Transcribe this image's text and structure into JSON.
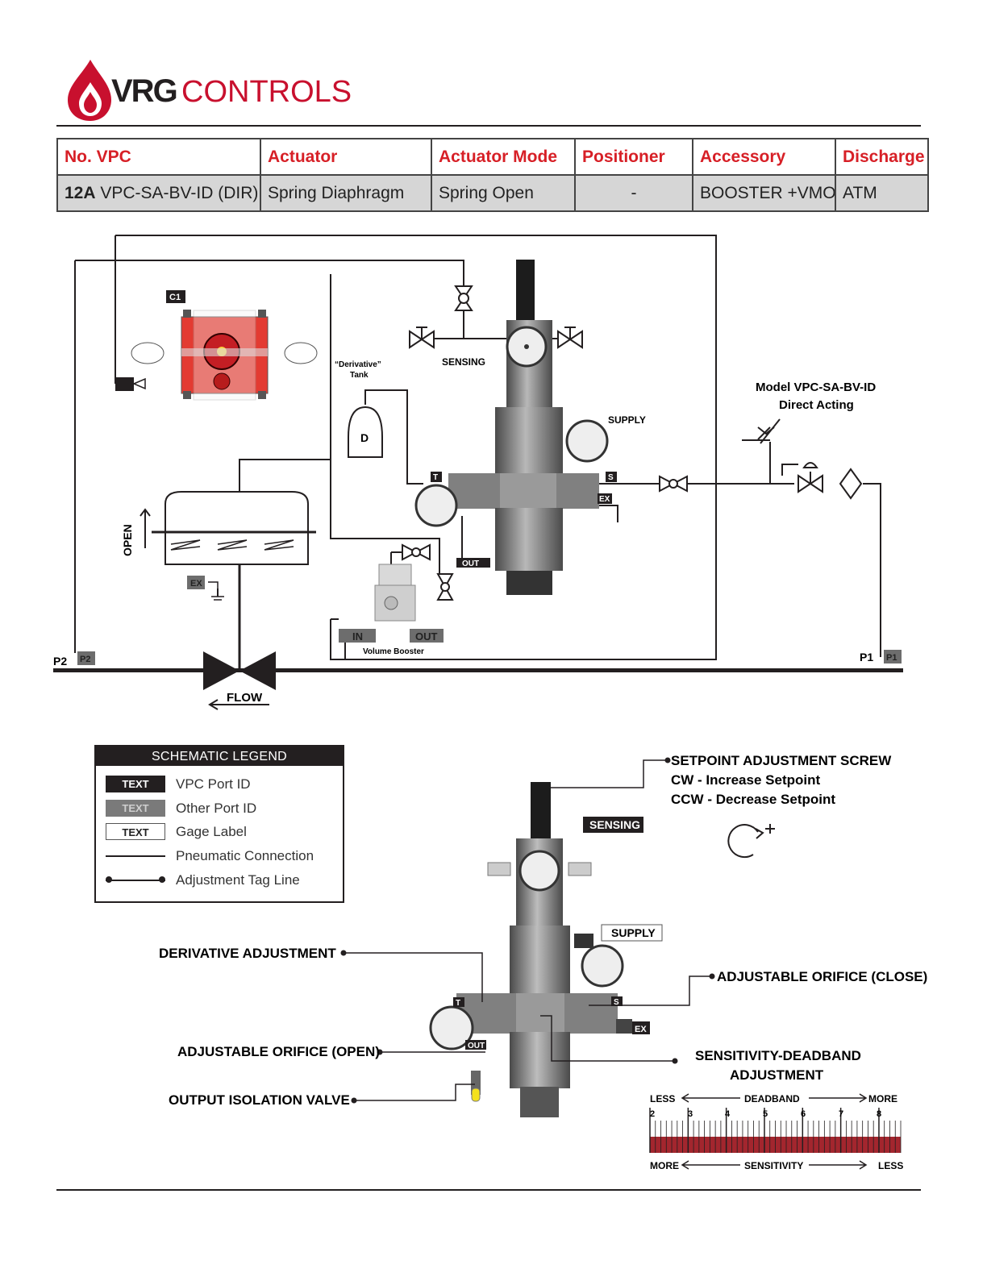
{
  "brand": {
    "name_bold": "VRG",
    "name_light": "CONTROLS",
    "color": "#d71f26"
  },
  "spec_table": {
    "headers": [
      "No. VPC",
      "Actuator",
      "Actuator Mode",
      "Positioner",
      "Accessory",
      "Discharge"
    ],
    "row": {
      "id_bold": "12A",
      "id_rest": " VPC-SA-BV-ID (DIR)",
      "actuator": "Spring Diaphragm",
      "actuator_mode": "Spring Open",
      "positioner": "-",
      "accessory": "BOOSTER +VMO",
      "discharge": "ATM"
    }
  },
  "schematic": {
    "model_line1": "Model VPC-SA-BV-ID",
    "model_line2": "Direct Acting",
    "derivative_tank_line1": "“Derivative”",
    "derivative_tank_line2": "Tank",
    "tank_letter": "D",
    "sensing": "SENSING",
    "supply": "SUPPLY",
    "port_t": "T",
    "port_s": "S",
    "port_ex": "EX",
    "port_out": "OUT",
    "port_c1": "C1",
    "booster_in": "IN",
    "booster_out": "OUT",
    "booster_label": "Volume Booster",
    "open_label": "OPEN",
    "actuator_ex": "EX",
    "p2": "P2",
    "p1": "P1",
    "p2_tag": "P2",
    "p1_tag": "P1",
    "flow": "FLOW"
  },
  "legend": {
    "title": "SCHEMATIC LEGEND",
    "items": [
      {
        "box": "TEXT",
        "label": "VPC Port ID"
      },
      {
        "box": "TEXT",
        "label": "Other Port ID"
      },
      {
        "box": "TEXT",
        "label": "Gage Label"
      },
      {
        "label": "Pneumatic Connection"
      },
      {
        "label": "Adjustment Tag Line"
      }
    ]
  },
  "callouts": {
    "setpoint_title": "SETPOINT ADJUSTMENT SCREW",
    "setpoint_cw": "CW - Increase Setpoint",
    "setpoint_ccw": "CCW - Decrease Setpoint",
    "sensing_tag": "SENSING",
    "supply_tag": "SUPPLY",
    "derivative": "DERIVATIVE ADJUSTMENT",
    "orifice_close": "ADJUSTABLE ORIFICE (CLOSE)",
    "orifice_open": "ADJUSTABLE ORIFICE (OPEN)",
    "isolation": "OUTPUT ISOLATION VALVE",
    "sens_line1": "SENSITIVITY-DEADBAND",
    "sens_line2": "ADJUSTMENT",
    "port_t": "T",
    "port_s": "S",
    "port_ex": "EX",
    "port_out": "OUT"
  },
  "scale": {
    "less_top": "LESS",
    "deadband": "DEADBAND",
    "more_top": "MORE",
    "numbers": [
      "2",
      "3",
      "4",
      "5",
      "6",
      "7",
      "8"
    ],
    "more_bottom": "MORE",
    "sensitivity": "SENSITIVITY",
    "less_bottom": "LESS",
    "bar_color": "#a3262e"
  }
}
